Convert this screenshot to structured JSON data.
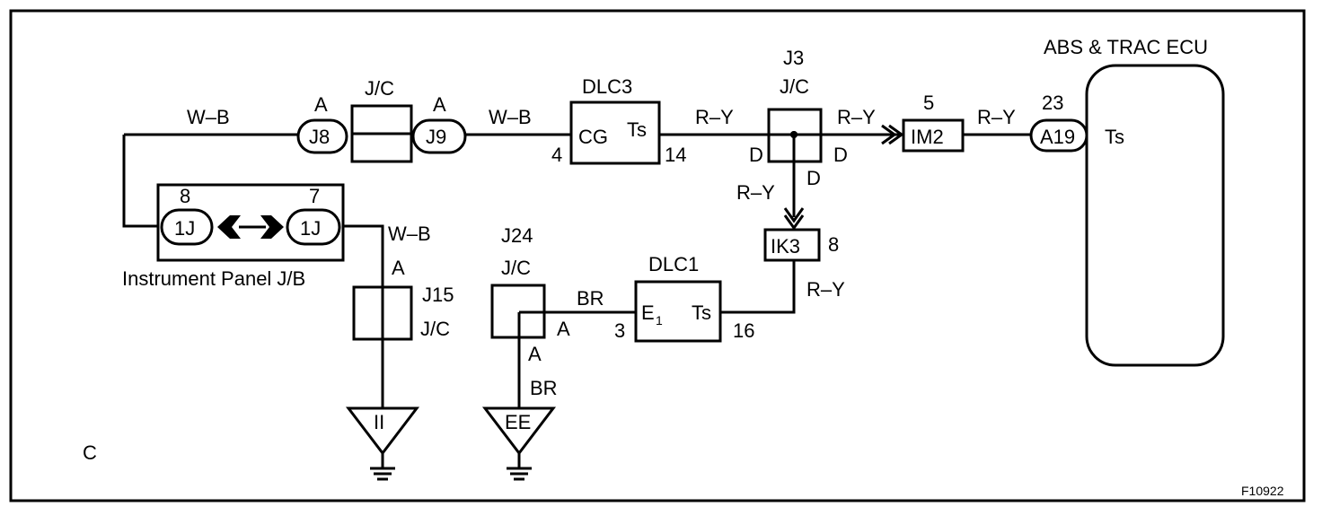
{
  "diagram": {
    "ecu": {
      "title": "ABS & TRAC ECU",
      "pin": "23",
      "conn": "A19",
      "terminal": "Ts"
    },
    "wires": {
      "wb": "W–B",
      "ry": "R–Y",
      "br": "BR"
    },
    "j8": {
      "pin": "A",
      "conn": "J8"
    },
    "jc_top": {
      "label": "J/C"
    },
    "j9": {
      "pin": "A",
      "conn": "J9"
    },
    "dlc3": {
      "name": "DLC3",
      "cg": "CG",
      "ts": "Ts",
      "pin_left": "4",
      "pin_right": "14"
    },
    "j3": {
      "name": "J3",
      "jc": "J/C",
      "d_left": "D",
      "d_right": "D",
      "d_bottom": "D"
    },
    "im2": {
      "pin": "5",
      "conn": "IM2"
    },
    "ik3": {
      "conn": "IK3",
      "pin": "8"
    },
    "ipjb": {
      "label": "Instrument Panel J/B",
      "pin_left": "8",
      "pin_right": "7",
      "conn_left": "1J",
      "conn_right": "1J"
    },
    "j15": {
      "pin": "A",
      "name": "J15",
      "jc": "J/C"
    },
    "j24": {
      "name": "J24",
      "jc": "J/C",
      "pin_right": "A",
      "pin_bottom": "A"
    },
    "dlc1": {
      "name": "DLC1",
      "e": "E",
      "e_sub": "1",
      "ts": "Ts",
      "pin_left": "3",
      "pin_right": "16"
    },
    "ground_ii": {
      "label": "II"
    },
    "ground_ee": {
      "label": "EE"
    },
    "corner": "C",
    "code": "F10922"
  }
}
